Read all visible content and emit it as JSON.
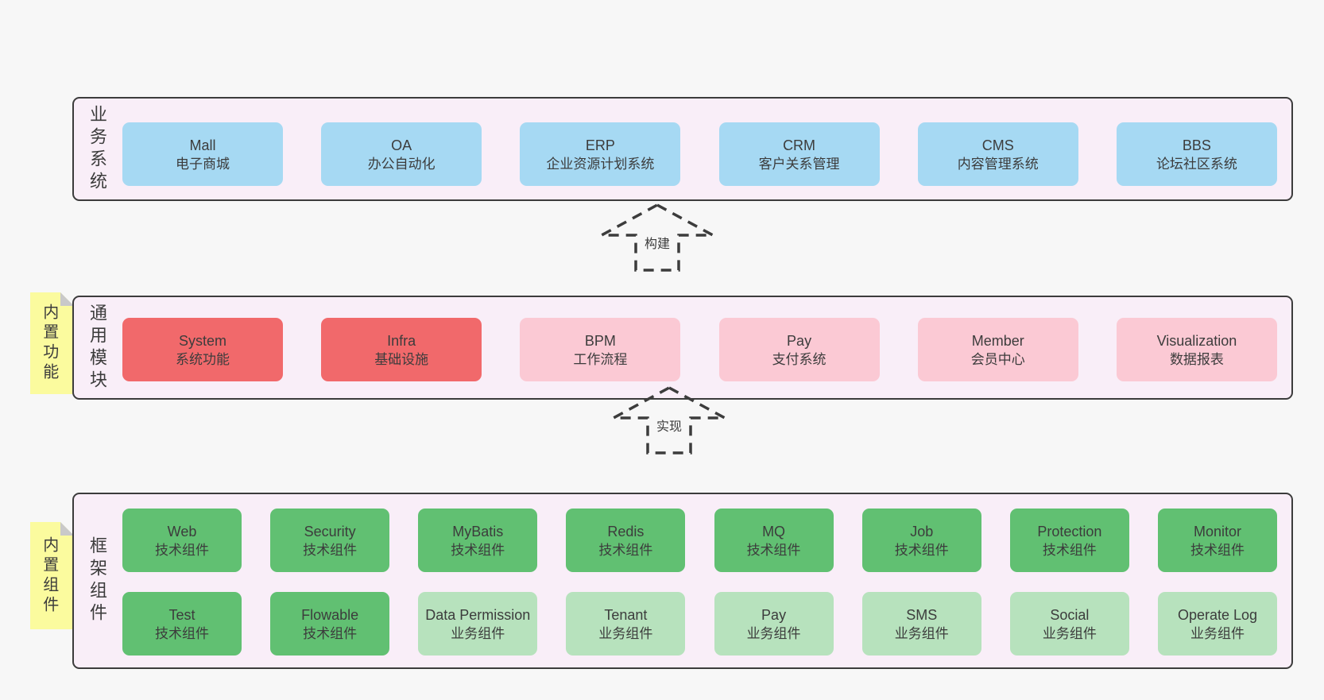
{
  "palette": {
    "page_bg": "#f7f7f7",
    "panel_bg": "#f9eef8",
    "outline": "#3c3c3c",
    "text": "#3c3c3c",
    "box_blue": "#a6d9f3",
    "box_red": "#f1696b",
    "box_pink": "#fbc9d4",
    "box_green": "#61c072",
    "box_green_light": "#b7e2bd",
    "sticky_yellow": "#fbfb9e",
    "sticky_fold": "#c9c9c9"
  },
  "sections": [
    {
      "label": "业务系统",
      "sticky": null,
      "rows": [
        [
          {
            "name": "Mall",
            "desc": "电子商城",
            "variant": "blue"
          },
          {
            "name": "OA",
            "desc": "办公自动化",
            "variant": "blue"
          },
          {
            "name": "ERP",
            "desc": "企业资源计划系统",
            "variant": "blue"
          },
          {
            "name": "CRM",
            "desc": "客户关系管理",
            "variant": "blue"
          },
          {
            "name": "CMS",
            "desc": "内容管理系统",
            "variant": "blue"
          },
          {
            "name": "BBS",
            "desc": "论坛社区系统",
            "variant": "blue"
          }
        ]
      ]
    },
    {
      "label": "通用模块",
      "sticky": "内置功能",
      "rows": [
        [
          {
            "name": "System",
            "desc": "系统功能",
            "variant": "red"
          },
          {
            "name": "Infra",
            "desc": "基础设施",
            "variant": "red"
          },
          {
            "name": "BPM",
            "desc": "工作流程",
            "variant": "pink"
          },
          {
            "name": "Pay",
            "desc": "支付系统",
            "variant": "pink"
          },
          {
            "name": "Member",
            "desc": "会员中心",
            "variant": "pink"
          },
          {
            "name": "Visualization",
            "desc": "数据报表",
            "variant": "pink"
          }
        ]
      ]
    },
    {
      "label": "框架组件",
      "sticky": "内置组件",
      "rows": [
        [
          {
            "name": "Web",
            "desc": "技术组件",
            "variant": "green"
          },
          {
            "name": "Security",
            "desc": "技术组件",
            "variant": "green"
          },
          {
            "name": "MyBatis",
            "desc": "技术组件",
            "variant": "green"
          },
          {
            "name": "Redis",
            "desc": "技术组件",
            "variant": "green"
          },
          {
            "name": "MQ",
            "desc": "技术组件",
            "variant": "green"
          },
          {
            "name": "Job",
            "desc": "技术组件",
            "variant": "green"
          },
          {
            "name": "Protection",
            "desc": "技术组件",
            "variant": "green"
          },
          {
            "name": "Monitor",
            "desc": "技术组件",
            "variant": "green"
          }
        ],
        [
          {
            "name": "Test",
            "desc": "技术组件",
            "variant": "green"
          },
          {
            "name": "Flowable",
            "desc": "技术组件",
            "variant": "green"
          },
          {
            "name": "Data Permission",
            "desc": "业务组件",
            "variant": "green_light"
          },
          {
            "name": "Tenant",
            "desc": "业务组件",
            "variant": "green_light"
          },
          {
            "name": "Pay",
            "desc": "业务组件",
            "variant": "green_light"
          },
          {
            "name": "SMS",
            "desc": "业务组件",
            "variant": "green_light"
          },
          {
            "name": "Social",
            "desc": "业务组件",
            "variant": "green_light"
          },
          {
            "name": "Operate Log",
            "desc": "业务组件",
            "variant": "green_light"
          }
        ]
      ]
    }
  ],
  "arrows": [
    {
      "label": "构建"
    },
    {
      "label": "实现"
    }
  ]
}
